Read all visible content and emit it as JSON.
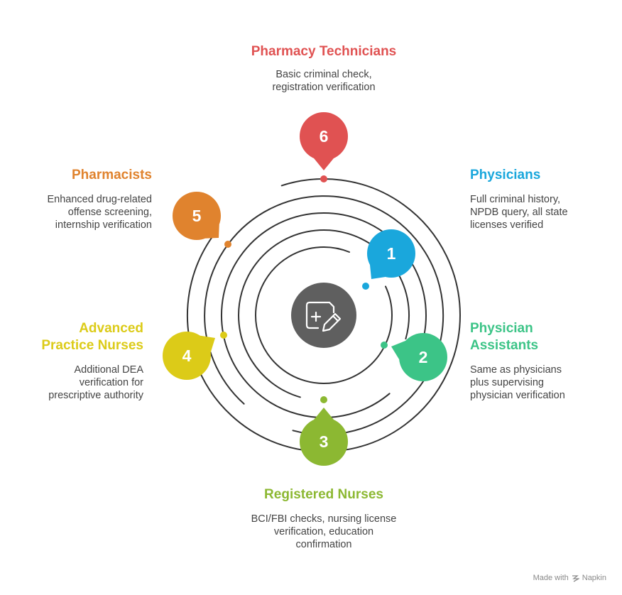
{
  "items": [
    {
      "number": "1",
      "title": "Physicians",
      "description": [
        "Full criminal history,",
        "NPDB query, all state",
        "licenses verified"
      ],
      "color": "#1aa7dc"
    },
    {
      "number": "2",
      "title": "Physician Assistants",
      "title_lines": [
        "Physician",
        "Assistants"
      ],
      "description": [
        "Same as physicians",
        "plus supervising",
        "physician verification"
      ],
      "color": "#3cc487"
    },
    {
      "number": "3",
      "title": "Registered Nurses",
      "description": [
        "BCI/FBI checks, nursing license",
        "verification, education",
        "confirmation"
      ],
      "color": "#8cb832"
    },
    {
      "number": "4",
      "title": "Advanced Practice Nurses",
      "title_lines": [
        "Advanced",
        "Practice Nurses"
      ],
      "description": [
        "Additional DEA",
        "verification for",
        "prescriptive authority"
      ],
      "color": "#dccb18"
    },
    {
      "number": "5",
      "title": "Pharmacists",
      "description": [
        "Enhanced drug-related",
        "offense screening,",
        "internship verification"
      ],
      "color": "#e0832e"
    },
    {
      "number": "6",
      "title": "Pharmacy Technicians",
      "description": [
        "Basic criminal check,",
        "registration verification"
      ],
      "color": "#e05252"
    }
  ],
  "center_icon": "medical-document-edit-icon",
  "footer": {
    "made_with": "Made with",
    "brand": "Napkin"
  }
}
